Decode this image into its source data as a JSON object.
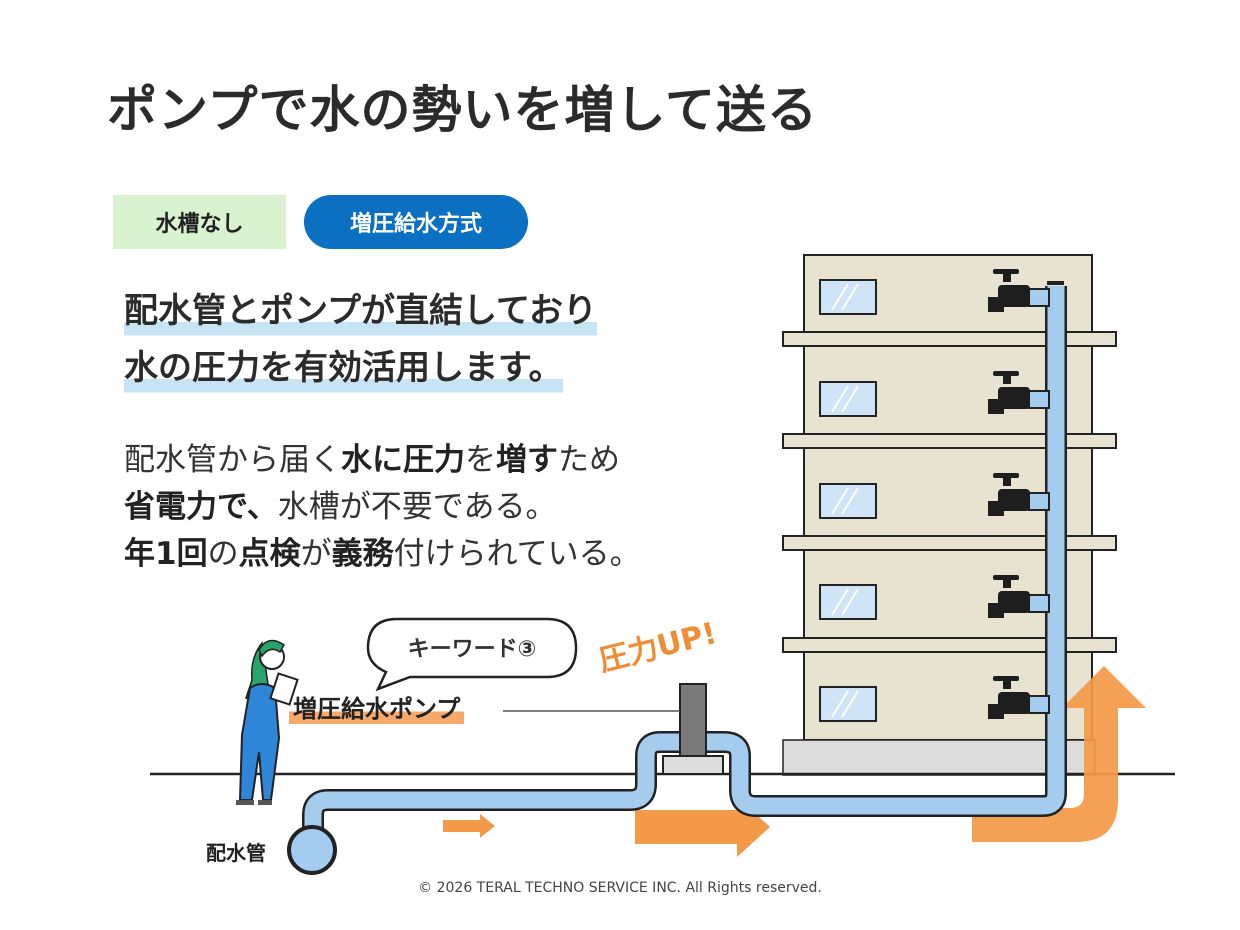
{
  "title": "ポンプで水の勢いを増して送る",
  "tags": {
    "no_tank": "水槽なし",
    "system": "増圧給水方式"
  },
  "lead": {
    "line1": "配水管とポンプが直結しており",
    "line2": "水の圧力を有効活用します。"
  },
  "body": {
    "line1": {
      "a": "配水管から届く",
      "b": "水に圧力",
      "c": "を",
      "d": "増す",
      "e": "ため"
    },
    "line2": {
      "a": "省電力で、",
      "b": "水槽が不要である。"
    },
    "line3": {
      "a": "年1回",
      "b": "の",
      "c": "点検",
      "d": "が",
      "e": "義務",
      "f": "付けられている。"
    }
  },
  "illustration": {
    "keyword": "キーワード③",
    "pump_label": "増圧給水ポンプ",
    "pressure_up": "圧力UP!",
    "pipe_label": "配水管",
    "colors": {
      "pipe": "#a4ccef",
      "arrow": "#f39a48",
      "building": "#e8e3d0",
      "accent_blue": "#0b6fc2"
    }
  },
  "copyright": "© 2026 TERAL TECHNO SERVICE INC. All Rights reserved."
}
